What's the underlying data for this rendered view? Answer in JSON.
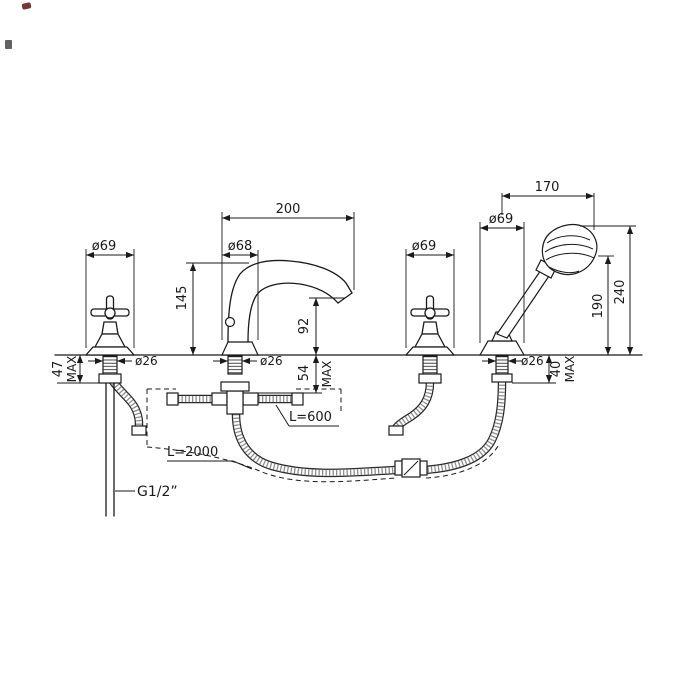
{
  "page": {
    "background": "#ffffff",
    "line_color": "#1a1a1a",
    "type": "technical-dimension-drawing",
    "subject": "4-hole bath mixer with hand shower"
  },
  "dimensions": {
    "spout_reach": "200",
    "shower_reach": "170",
    "left_handle_dia": "ø69",
    "spout_base_dia": "ø68",
    "right_handle_dia": "ø69",
    "holder_dia": "ø69",
    "spout_height": "145",
    "spout_outlet_height": "92",
    "shower_outlet_height": "190",
    "shower_top_height": "240",
    "base_dia_left": "ø26",
    "base_dia_center": "ø26",
    "base_dia_right": "ø26",
    "deck_max_left": "47",
    "deck_max_left_label": "MAX",
    "deck_max_center": "54",
    "deck_max_center_label": "MAX",
    "deck_max_right": "40",
    "deck_max_right_label": "MAX",
    "hose_short": "L=600",
    "hose_long": "L=2000",
    "thread_size": "G1/2”"
  }
}
